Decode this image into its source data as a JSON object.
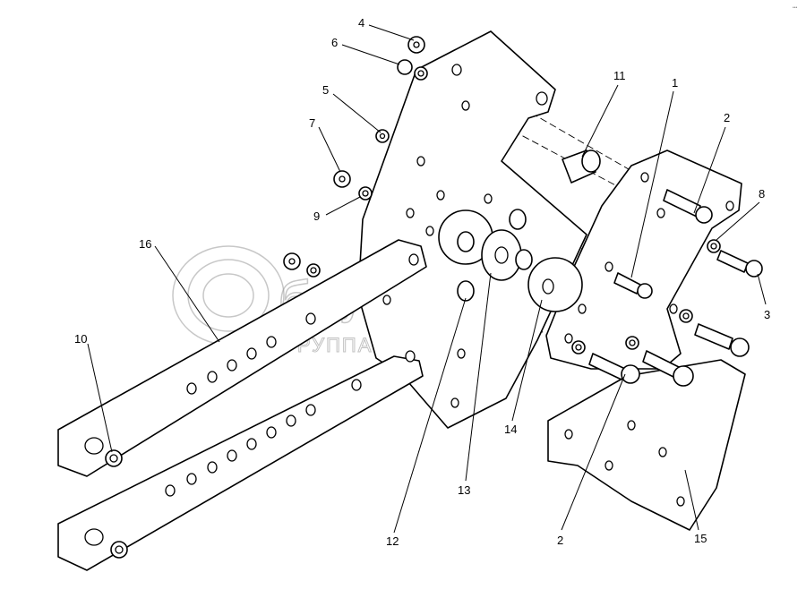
{
  "watermark": {
    "brand": "белагро",
    "subtitle": "ГРУППА КОМПАНИЙ"
  },
  "corner_mark": "•••",
  "callouts": [
    {
      "id": "c4",
      "label": "4"
    },
    {
      "id": "c6",
      "label": "6"
    },
    {
      "id": "c5",
      "label": "5"
    },
    {
      "id": "c7",
      "label": "7"
    },
    {
      "id": "c9",
      "label": "9"
    },
    {
      "id": "c11",
      "label": "11"
    },
    {
      "id": "c1",
      "label": "1"
    },
    {
      "id": "c2a",
      "label": "2"
    },
    {
      "id": "c8",
      "label": "8"
    },
    {
      "id": "c3",
      "label": "3"
    },
    {
      "id": "c16",
      "label": "16"
    },
    {
      "id": "c10",
      "label": "10"
    },
    {
      "id": "c12",
      "label": "12"
    },
    {
      "id": "c13",
      "label": "13"
    },
    {
      "id": "c14",
      "label": "14"
    },
    {
      "id": "c2b",
      "label": "2"
    },
    {
      "id": "c15",
      "label": "15"
    }
  ]
}
